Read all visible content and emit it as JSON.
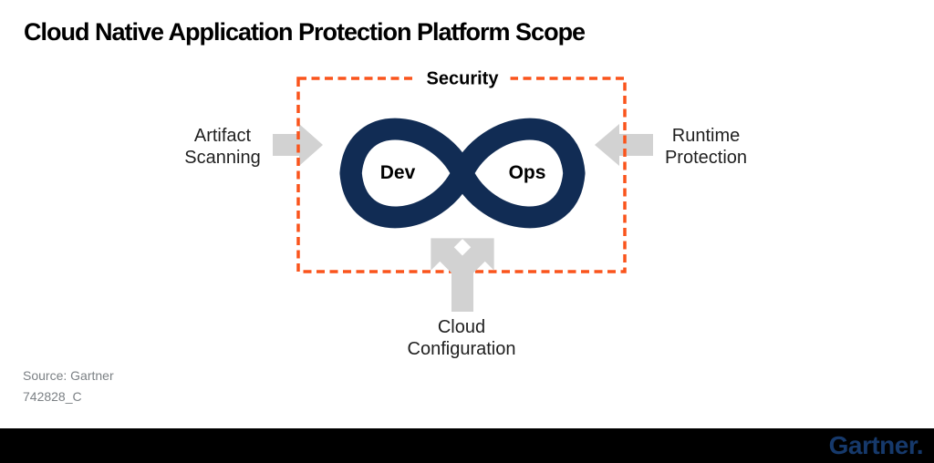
{
  "title": "Cloud Native Application Protection Platform Scope",
  "diagram": {
    "security_label": "Security",
    "loop": {
      "dev": "Dev",
      "ops": "Ops"
    },
    "arrows": {
      "left": {
        "line1": "Artifact",
        "line2": "Scanning"
      },
      "right": {
        "line1": "Runtime",
        "line2": "Protection"
      },
      "bottom": {
        "line1": "Cloud",
        "line2": "Configuration"
      }
    },
    "colors": {
      "security_border": "#FA541C",
      "devops_loop": "#112C54",
      "arrow_gray": "#D2D2D2"
    }
  },
  "footer": {
    "source": "Source: Gartner",
    "document_id": "742828_C",
    "text_color": "#7C8185"
  },
  "brand_bar": {
    "logo_text": "Gartner.",
    "background_color": "#000000",
    "logo_color": "#16396B"
  }
}
